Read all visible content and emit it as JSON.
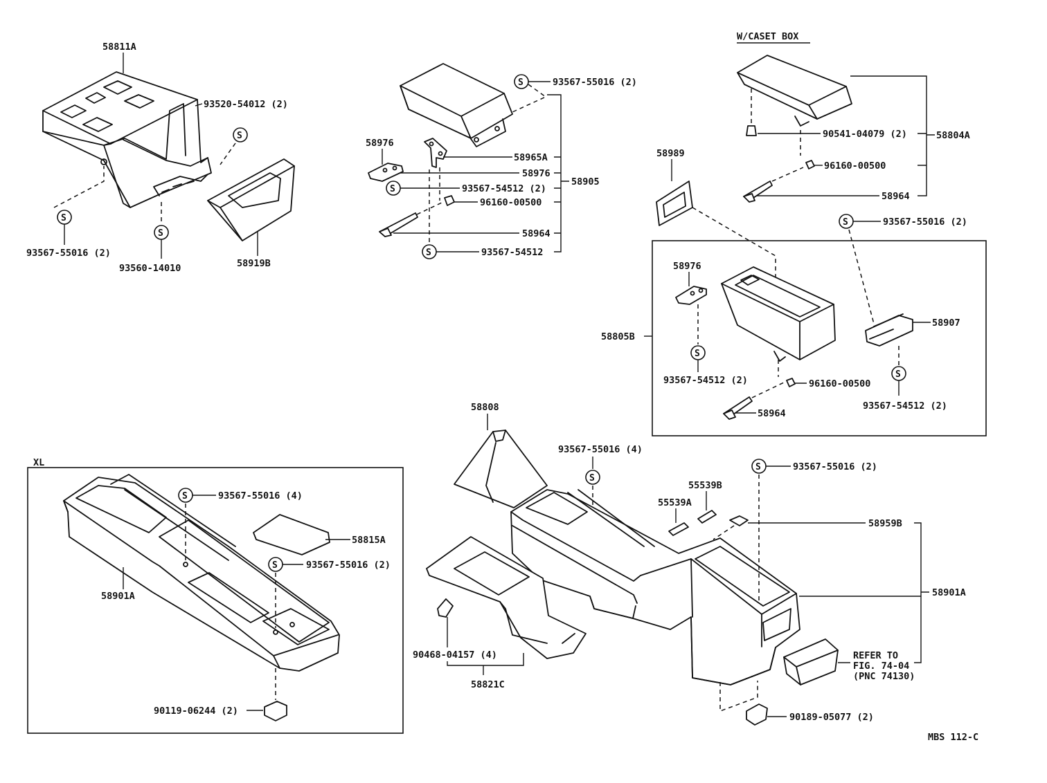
{
  "diagram": {
    "section_labels": {
      "cassette_box": "W/CASET BOX",
      "xl": "XL"
    },
    "figure_code": "MBS 112-C",
    "screw_symbol": "S",
    "parts": {
      "p58811A": "58811A",
      "p93520_54012": "93520-54012 (2)",
      "p93567_55016_tl": "93567-55016 (2)",
      "p93560_14010": "93560-14010",
      "p58919B": "58919B",
      "p93567_55016_armtop": "93567-55016 (2)",
      "p58976_a": "58976",
      "p58965A": "58965A",
      "p58976_b": "58976",
      "p58905": "58905",
      "p93567_54512_a": "93567-54512 (2)",
      "p96160_00500_a": "96160-00500",
      "p58964_a": "58964",
      "p93567_54512_b": "93567-54512",
      "p90541_04079": "90541-04079 (2)",
      "p58804A": "58804A",
      "p96160_00500_b": "96160-00500",
      "p58964_b": "58964",
      "p58989": "58989",
      "p93567_55016_box": "93567-55016 (2)",
      "p58976_c": "58976",
      "p58805B": "58805B",
      "p58907": "58907",
      "p93567_54512_c": "93567-54512 (2)",
      "p96160_00500_c": "96160-00500",
      "p93567_54512_d": "93567-54512 (2)",
      "p58964_c": "58964",
      "p58808": "58808",
      "p93567_55016_4": "93567-55016 (4)",
      "p93567_55016_r": "93567-55016 (2)",
      "p55539B": "55539B",
      "p55539A": "55539A",
      "p58959B": "58959B",
      "p58901A_r": "58901A",
      "p90468_04157": "90468-04157 (4)",
      "p58821C": "58821C",
      "p90189_05077": "90189-05077 (2)",
      "p93567_55016_xl4": "93567-55016 (4)",
      "p58815A": "58815A",
      "p93567_55016_xl2": "93567-55016 (2)",
      "p58901A_xl": "58901A",
      "p90119_06244": "90119-06244 (2)"
    },
    "refer_note": [
      "REFER TO",
      "FIG. 74-04",
      "(PNC 74130)"
    ]
  }
}
